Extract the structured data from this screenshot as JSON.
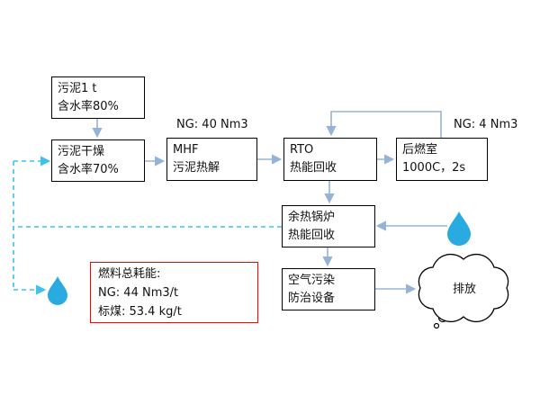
{
  "boxes": {
    "sludge_input": {
      "line1": "污泥1 t",
      "line2": "含水率80%"
    },
    "sludge_drying": {
      "line1": "污泥干燥",
      "line2": "含水率70%"
    },
    "mhf": {
      "line1": "MHF",
      "line2": "污泥热解"
    },
    "rto": {
      "line1": "RTO",
      "line2": "热能回收"
    },
    "afterburner": {
      "line1": "后燃室",
      "line2": "1000C，2s"
    },
    "waste_heat_boiler": {
      "line1": "余热锅炉",
      "line2": "热能回收"
    },
    "air_pollution_control": {
      "line1": "空气污染",
      "line2": "防治设备"
    }
  },
  "labels": {
    "ng_mhf": "NG: 40 Nm3",
    "ng_afterburner": "NG: 4 Nm3"
  },
  "fuel_summary": {
    "line1": "燃料总耗能:",
    "line2": "NG: 44 Nm3/t",
    "line3": "标煤:  53.4 kg/t"
  },
  "cloud": {
    "label": "排放"
  },
  "colors": {
    "connector": "#95b3d7",
    "dashed_connector": "#3fc1f0",
    "droplet": "#29abe2",
    "fuel_box_border": "#ff0000",
    "box_border": "#000000"
  }
}
